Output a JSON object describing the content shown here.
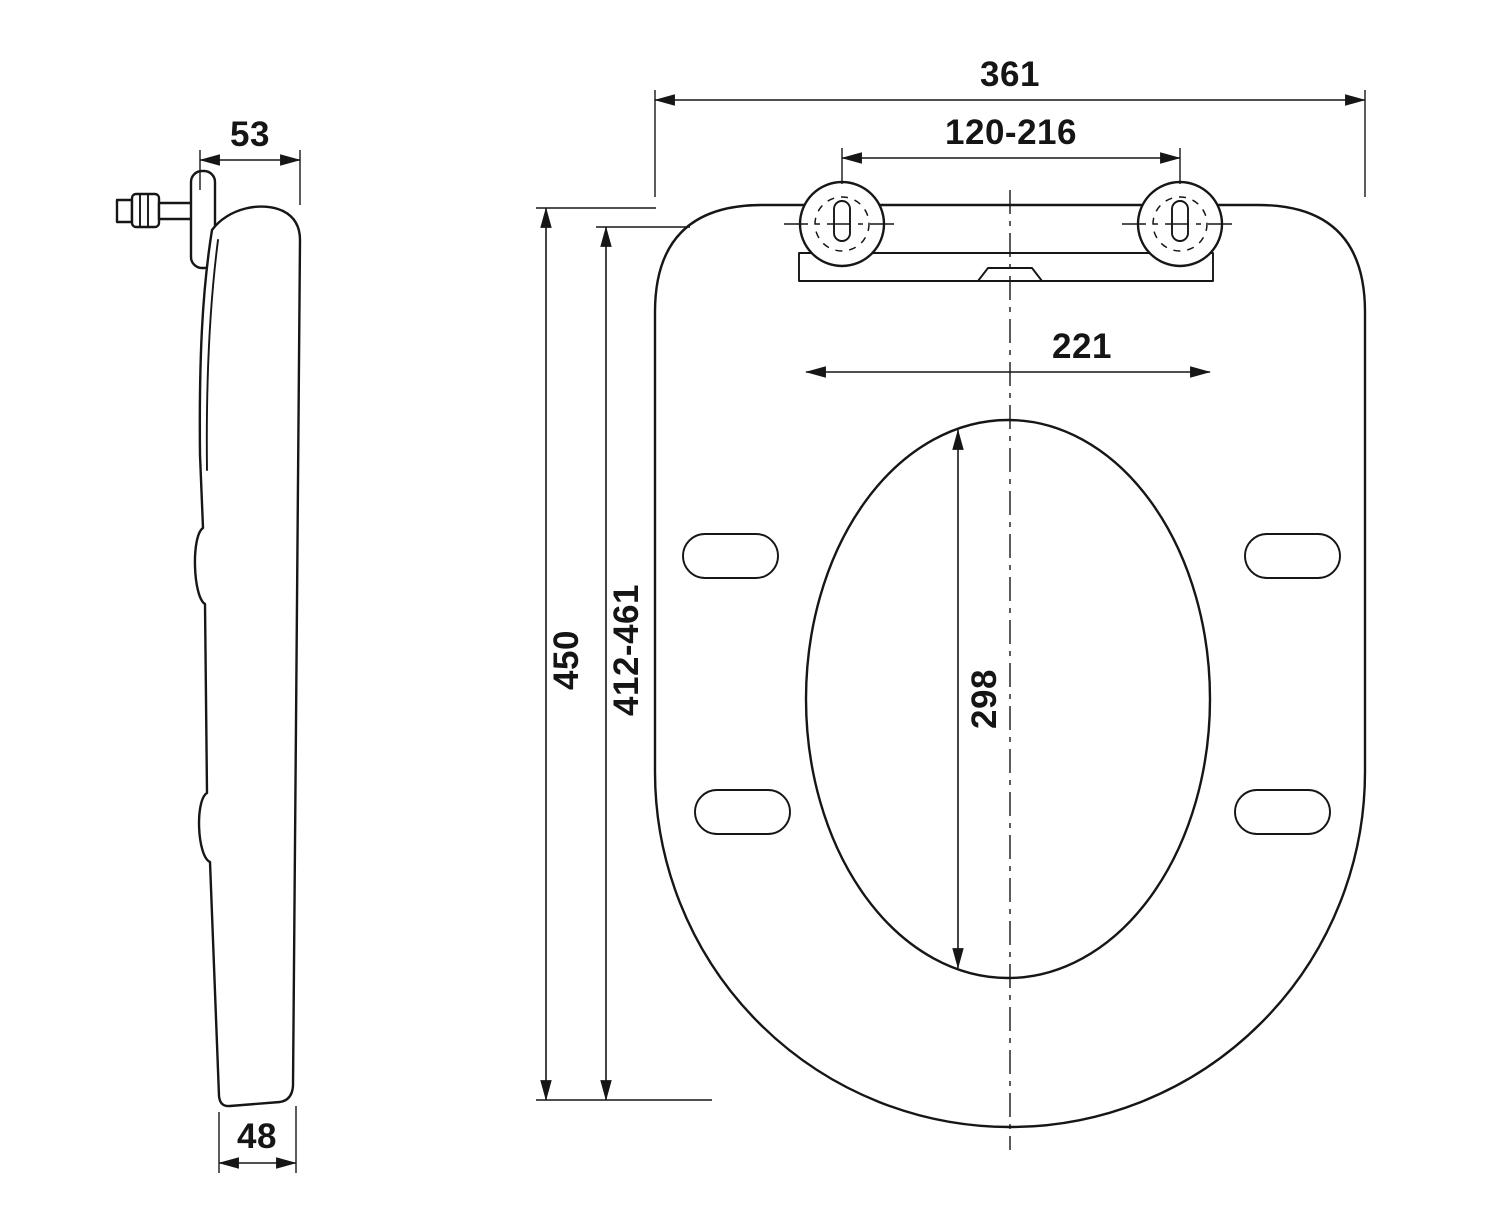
{
  "page": {
    "background": "#ffffff",
    "line_color": "#161616",
    "description": "Technical dimension drawing of a toilet seat lid: side profile view (left) and top plan view (right)"
  },
  "side_view": {
    "dim_top_thickness": "53",
    "dim_bottom_thickness": "48"
  },
  "top_view": {
    "dim_overall_width": "361",
    "dim_hinge_spacing_range": "120-216",
    "dim_opening_width": "221",
    "dim_opening_depth": "298",
    "dim_overall_depth": "450",
    "dim_mounting_depth_range": "412-461"
  }
}
